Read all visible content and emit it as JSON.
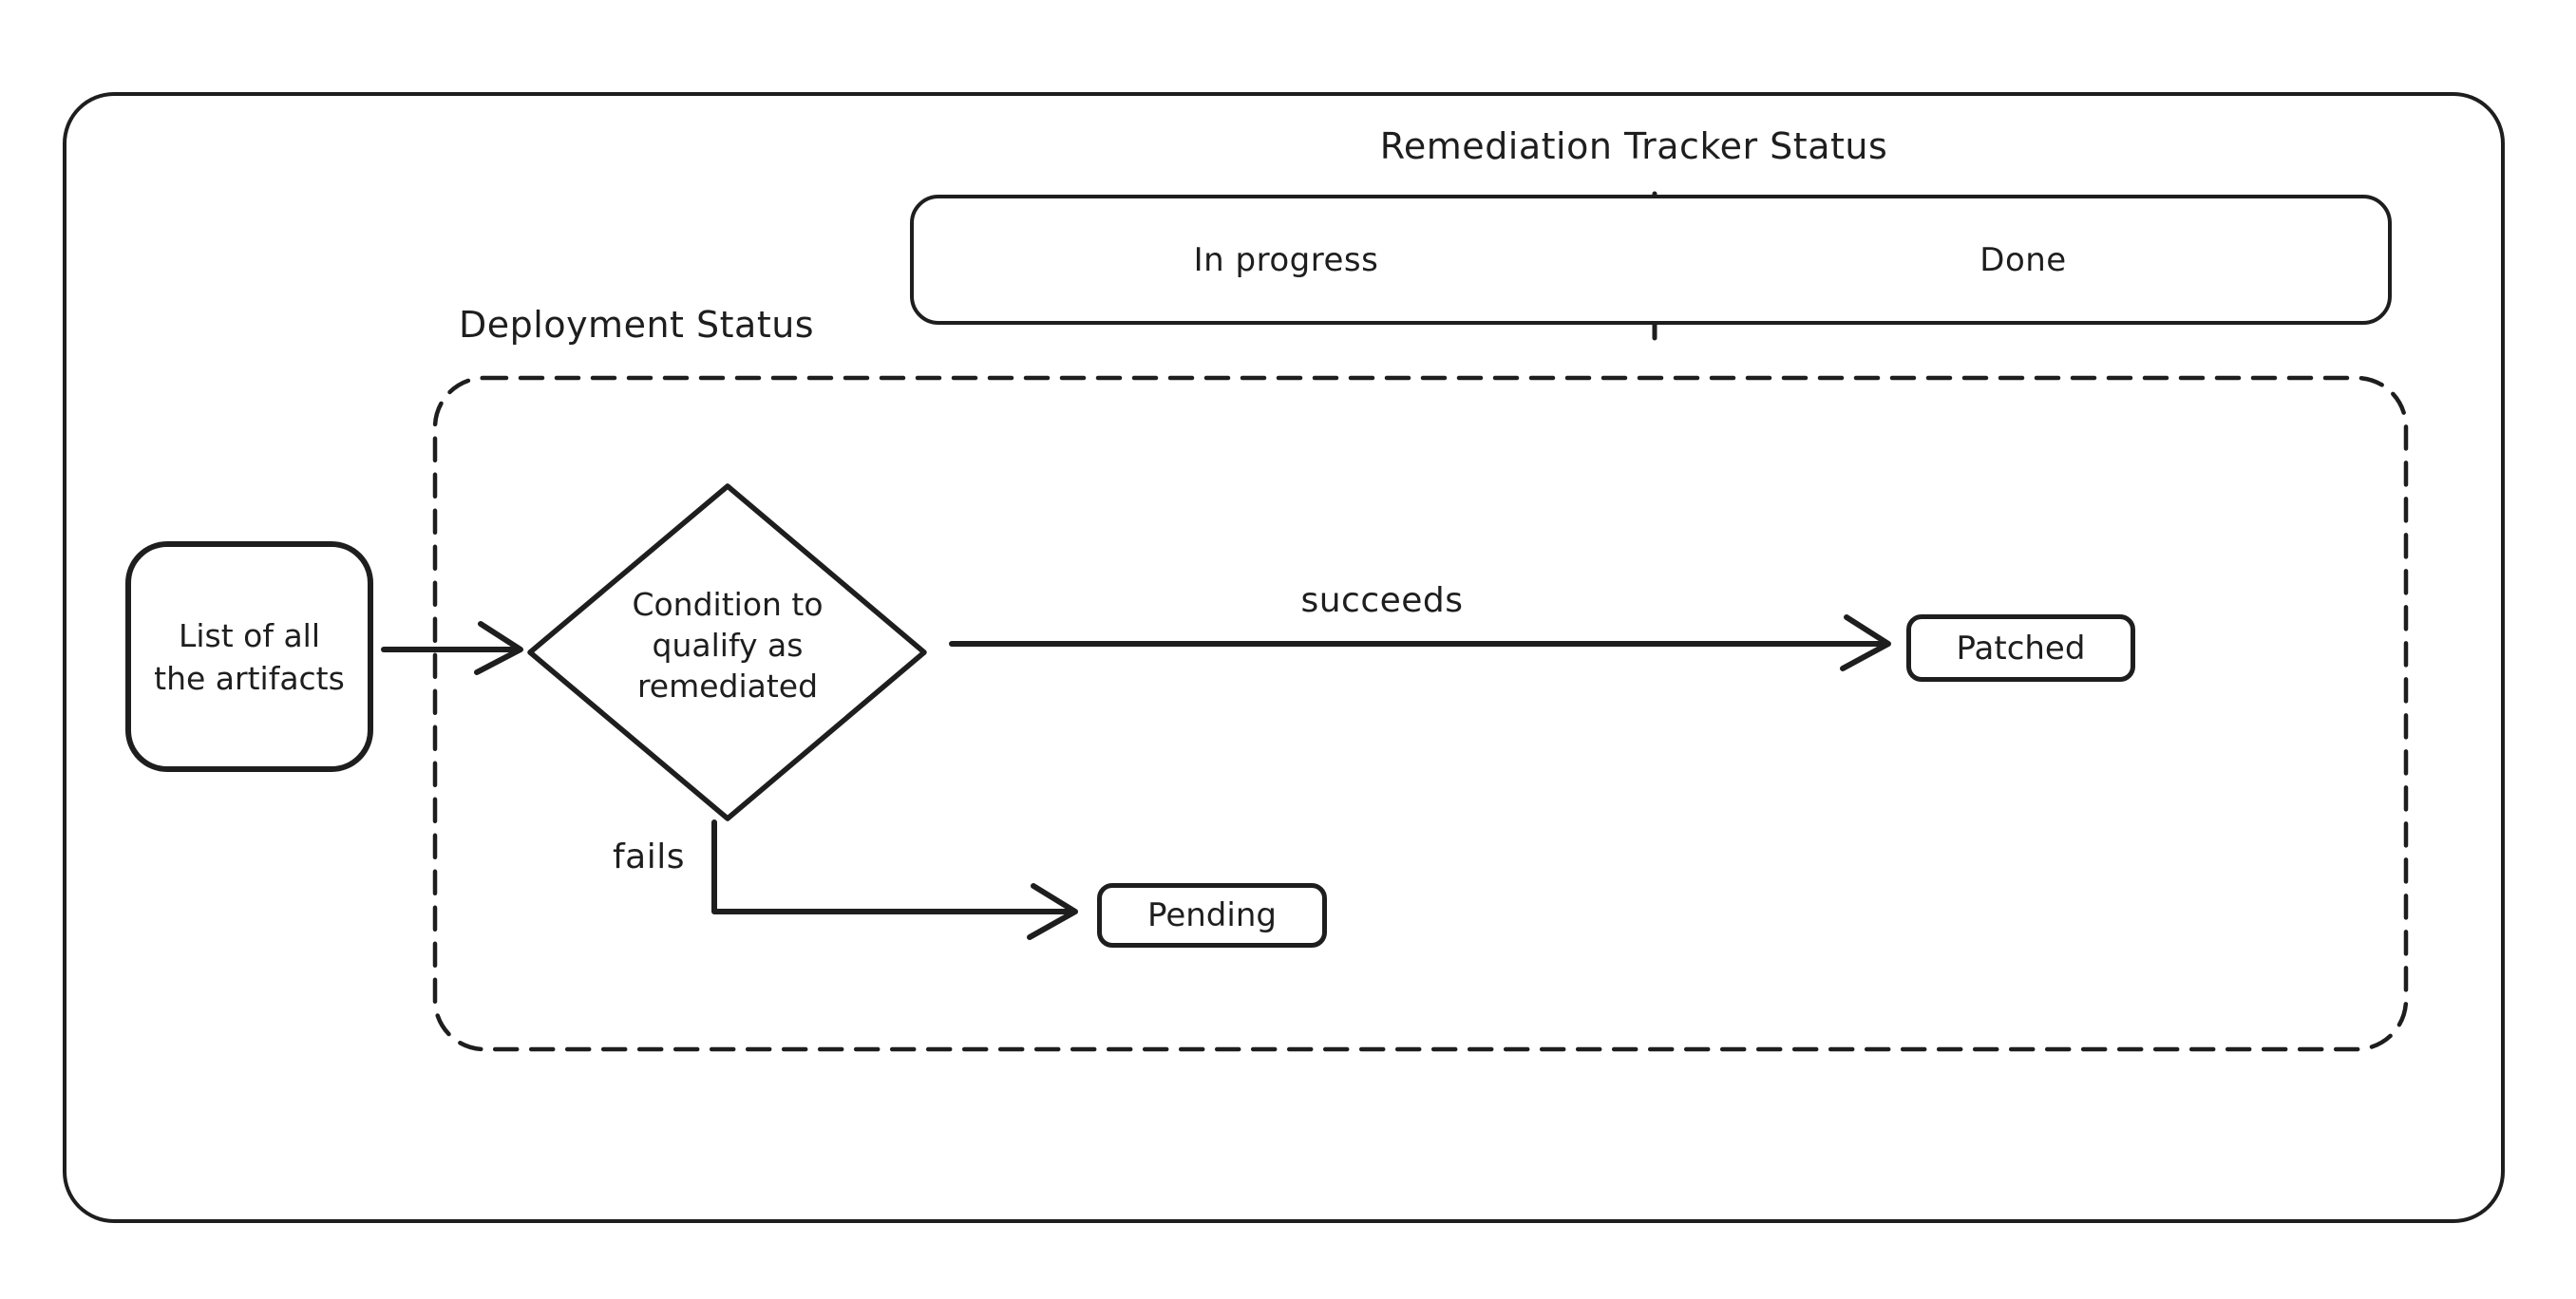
{
  "canvas": {
    "background": "#ffffff",
    "ink_color": "#1e1e1e"
  },
  "tracker": {
    "title": "Remediation Tracker Status",
    "columns": [
      {
        "label": "In progress"
      },
      {
        "label": "Done"
      }
    ]
  },
  "deployment": {
    "label": "Deployment Status",
    "source_node": {
      "line1": "List of all",
      "line2": "the artifacts"
    },
    "decision_node": {
      "line1": "Condition to",
      "line2": "qualify as",
      "line3": "remediated"
    },
    "edges": {
      "succeeds_label": "succeeds",
      "fails_label": "fails"
    },
    "outcomes": {
      "patched_label": "Patched",
      "pending_label": "Pending"
    }
  }
}
